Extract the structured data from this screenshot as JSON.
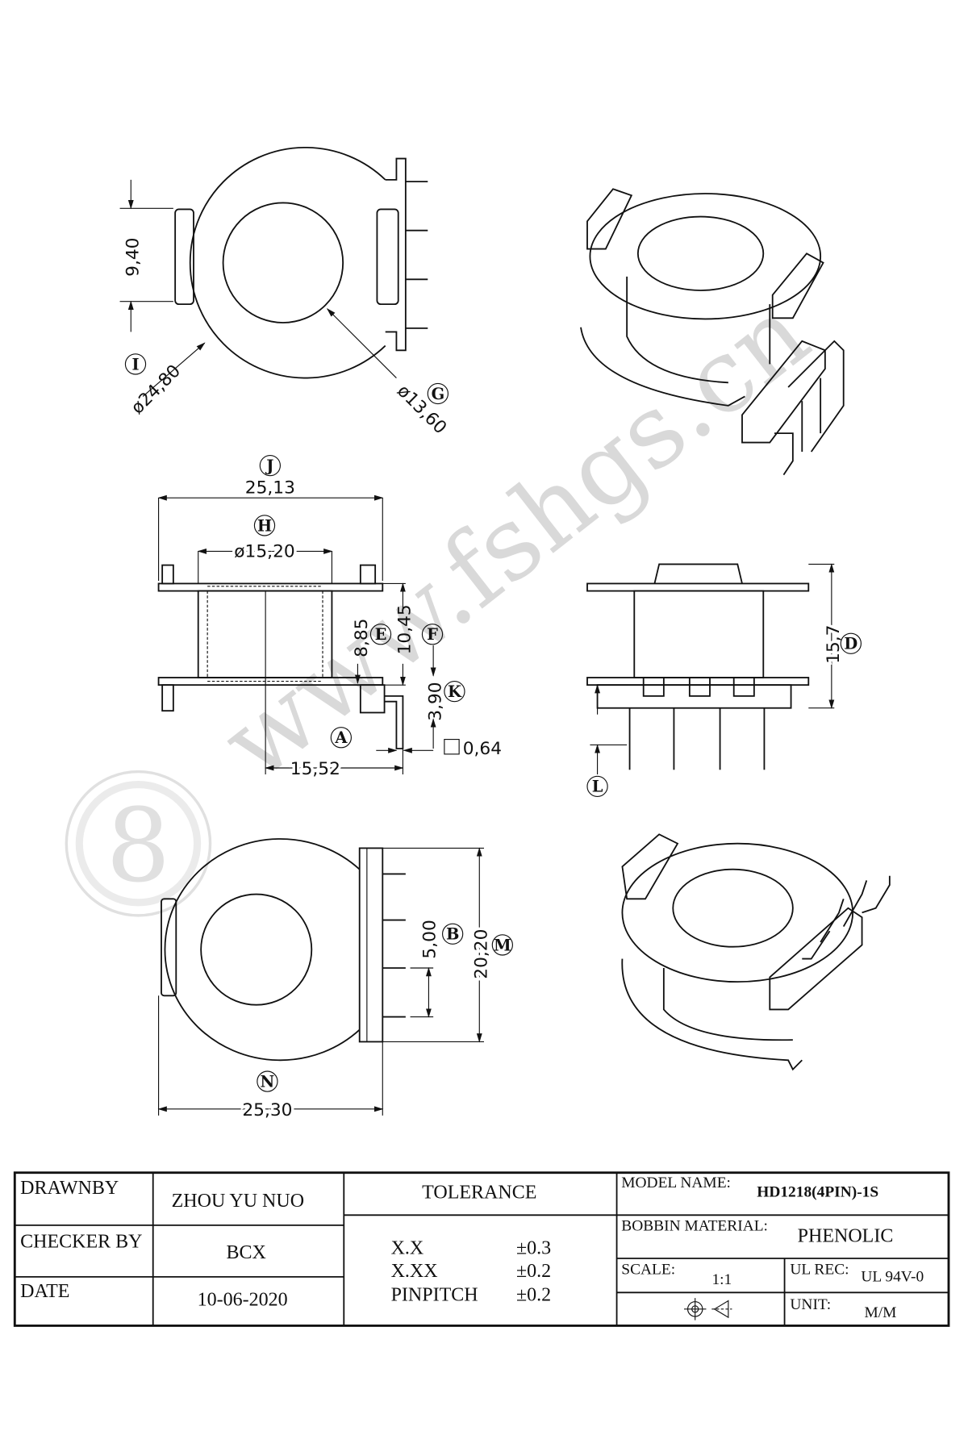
{
  "watermark": "www.fshgs.cn",
  "top_view": {
    "dims": {
      "height_tab": "9,40",
      "outer_dia": "ø24,80",
      "inner_dia": "ø13,60"
    },
    "labels": {
      "outer": "I",
      "inner": "G"
    }
  },
  "front_view": {
    "dims": {
      "width": "25,13",
      "core_dia": "ø15,20",
      "h1": "8,85",
      "h2": "10,45",
      "pin_len": "3,90",
      "pin_offset": "15,52",
      "pin_size": "0,64"
    },
    "labels": {
      "width": "J",
      "core": "H",
      "h1": "E",
      "h2": "F",
      "pin": "K",
      "offset": "A"
    }
  },
  "side_view": {
    "dims": {
      "height": "15,7"
    },
    "labels": {
      "height": "D",
      "pin": "L"
    }
  },
  "bottom_view": {
    "dims": {
      "pitch": "5,00",
      "span": "20,20",
      "width": "25,30"
    },
    "labels": {
      "pitch": "B",
      "span": "M",
      "width": "N"
    }
  },
  "title_block": {
    "drawn_by_label": "DRAWNBY",
    "drawn_by": "ZHOU YU NUO",
    "checker_label": "CHECKER BY",
    "checker": "BCX",
    "date_label": "DATE",
    "date": "10-06-2020",
    "tolerance_label": "TOLERANCE",
    "tolerances": [
      {
        "name": "X.X",
        "value": "±0.3"
      },
      {
        "name": "X.XX",
        "value": "±0.2"
      },
      {
        "name": "PINPITCH",
        "value": "±0.2"
      }
    ],
    "model_label": "MODEL NAME:",
    "model": "HD1218(4PIN)-1S",
    "material_label": "BOBBIN MATERIAL:",
    "material": "PHENOLIC",
    "scale_label": "SCALE:",
    "scale": "1:1",
    "ul_label": "UL REC:",
    "ul": "UL 94V-0",
    "unit_label": "UNIT:",
    "unit": "M/M"
  }
}
